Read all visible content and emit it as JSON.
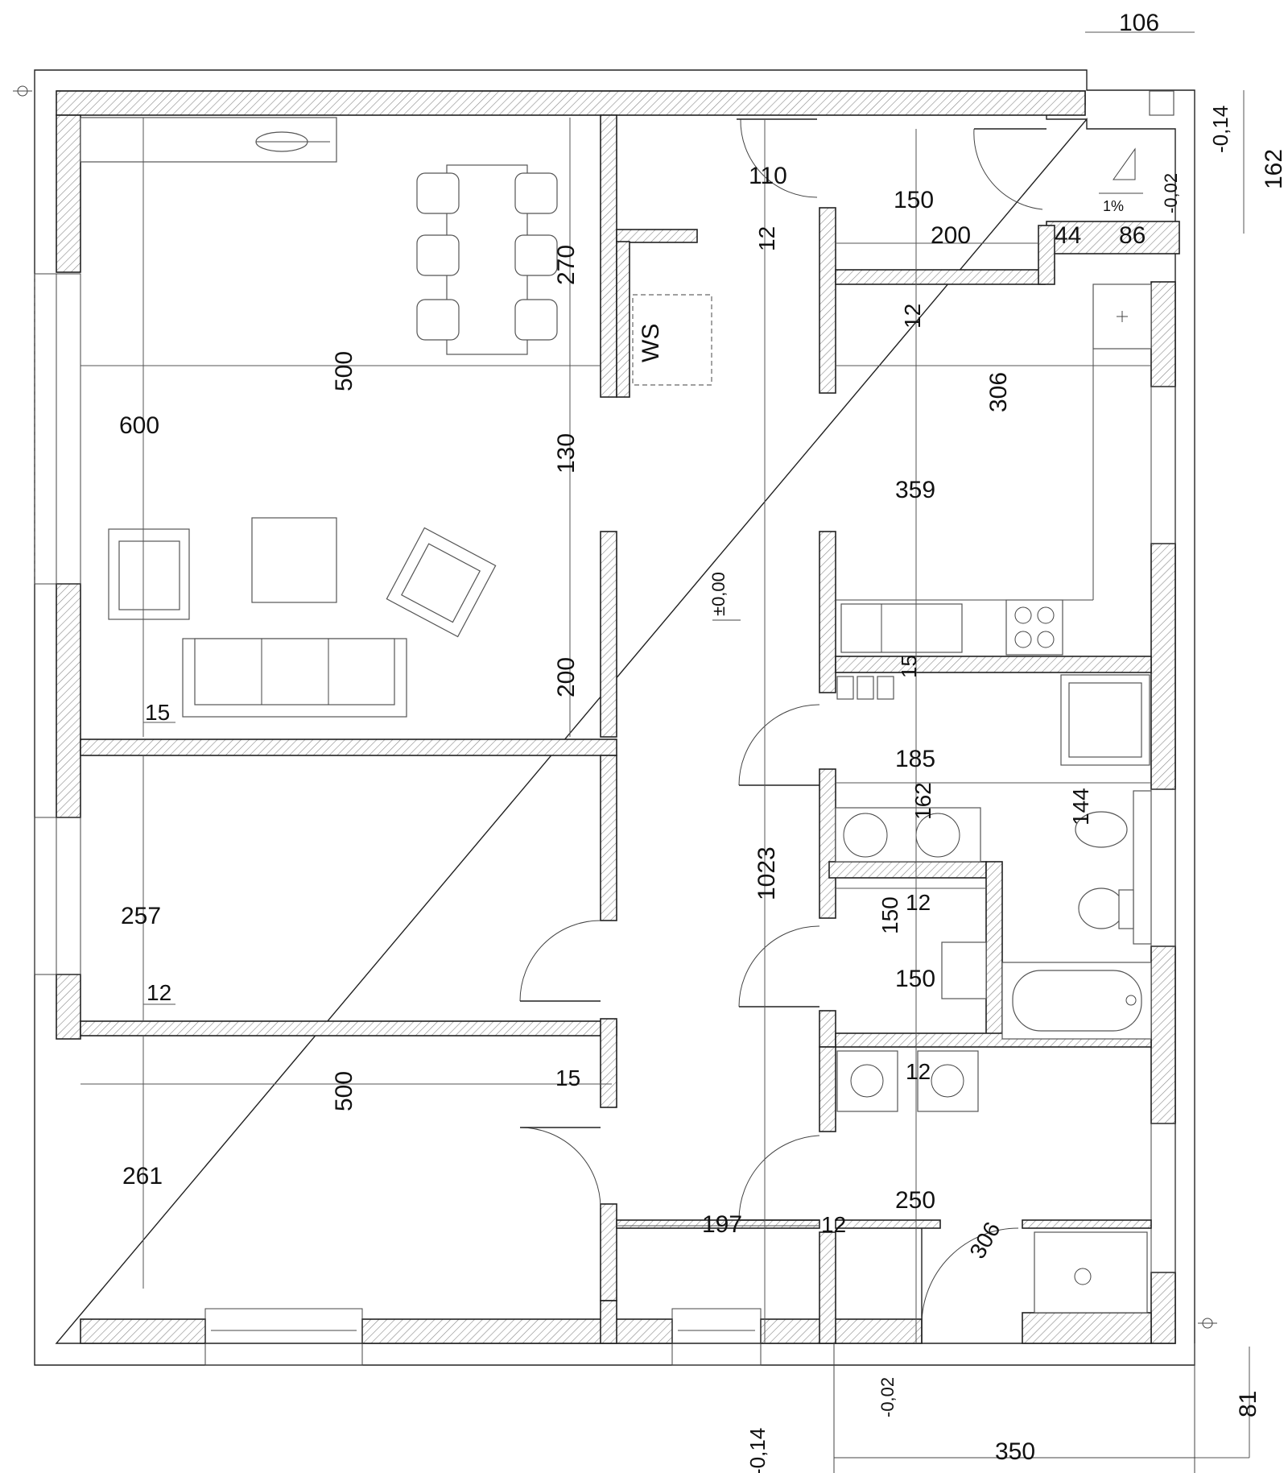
{
  "room_labels": {
    "living_width": "600",
    "living_depth": "500",
    "bedroom1_width": "257",
    "bedroom2_width": "261",
    "bedroom2_depth": "500",
    "hall_length": "1023",
    "vestibule_width": "150",
    "vestibule_depth": "200",
    "kitchen_width": "359",
    "kitchen_depth": "306",
    "bathroom_width": "185",
    "bathroom_depth": "162",
    "wc_width": "150",
    "wc_depth": "150",
    "utility_width": "250",
    "utility_depth": "306",
    "corridor_width": "197"
  },
  "dimensions": {
    "top_106": "106",
    "right_162": "162",
    "bottom_350": "350",
    "bottom_right_81": "81",
    "entry_110": "110",
    "d_12_a": "12",
    "d_12_b": "12",
    "d_12_c": "12",
    "d_12_d": "12",
    "d_12_e": "12",
    "d_12_f": "12",
    "d_15_a": "15",
    "d_15_b": "15",
    "d_15_c": "15",
    "d_44": "44",
    "d_86": "86",
    "d_270": "270",
    "d_130": "130",
    "d_200_b": "200",
    "d_144": "144"
  },
  "levels": {
    "top_right_level": "-0,14",
    "top_right_level2": "-0,02",
    "hall_level": "±0,00",
    "bottom_level": "-0,14",
    "bottom_level2": "-0,02",
    "slope": "1%"
  },
  "closet_label": "WS",
  "colors": {
    "line": "#222222",
    "hatch": "#888888",
    "background": "#ffffff"
  }
}
